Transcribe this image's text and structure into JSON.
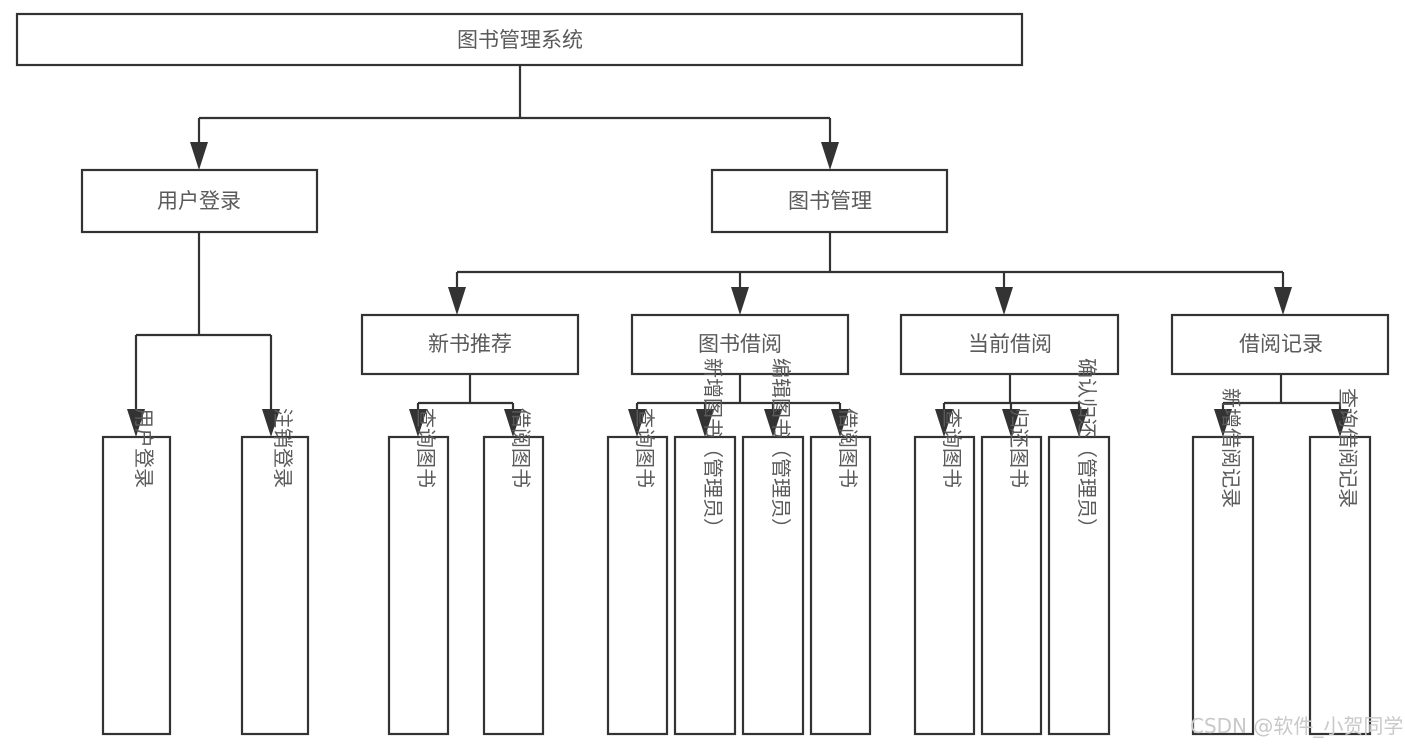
{
  "diagram": {
    "type": "tree-hierarchy-chart",
    "title": "图书管理系统",
    "orientation": "top-down",
    "colors": {
      "box_stroke": "#333333",
      "box_fill": "#ffffff",
      "text": "#5a5a5a",
      "connector": "#333333",
      "background": "#ffffff",
      "watermark": "#c9c9c9"
    },
    "levels": {
      "root": "图书管理系统",
      "level2": [
        "用户登录",
        "图书管理"
      ],
      "level3": [
        "新书推荐",
        "图书借阅",
        "当前借阅",
        "借阅记录"
      ]
    },
    "nodes": {
      "root": {
        "label": "图书管理系统"
      },
      "user_login": {
        "label": "用户登录"
      },
      "book_manage": {
        "label": "图书管理"
      },
      "new_book_rec": {
        "label": "新书推荐"
      },
      "book_borrow": {
        "label": "图书借阅"
      },
      "current_borrow": {
        "label": "当前借阅"
      },
      "borrow_record": {
        "label": "借阅记录"
      }
    },
    "leaves": {
      "user_login": [
        {
          "label": "用户登录"
        },
        {
          "label": "注销登录"
        }
      ],
      "new_book_rec": [
        {
          "label": "查询图书"
        },
        {
          "label": "借阅图书"
        }
      ],
      "book_borrow": [
        {
          "label": "查询图书"
        },
        {
          "label": "新增图书（管理员）"
        },
        {
          "label": "编辑图书（管理员）"
        },
        {
          "label": "借阅图书"
        }
      ],
      "current_borrow": [
        {
          "label": "查询图书"
        },
        {
          "label": "归还图书"
        },
        {
          "label": "确认归还（管理员）"
        }
      ],
      "borrow_record": [
        {
          "label": "新增借阅记录"
        },
        {
          "label": "查询借阅记录"
        }
      ]
    },
    "watermark": "CSDN @软件_小贺同学"
  }
}
